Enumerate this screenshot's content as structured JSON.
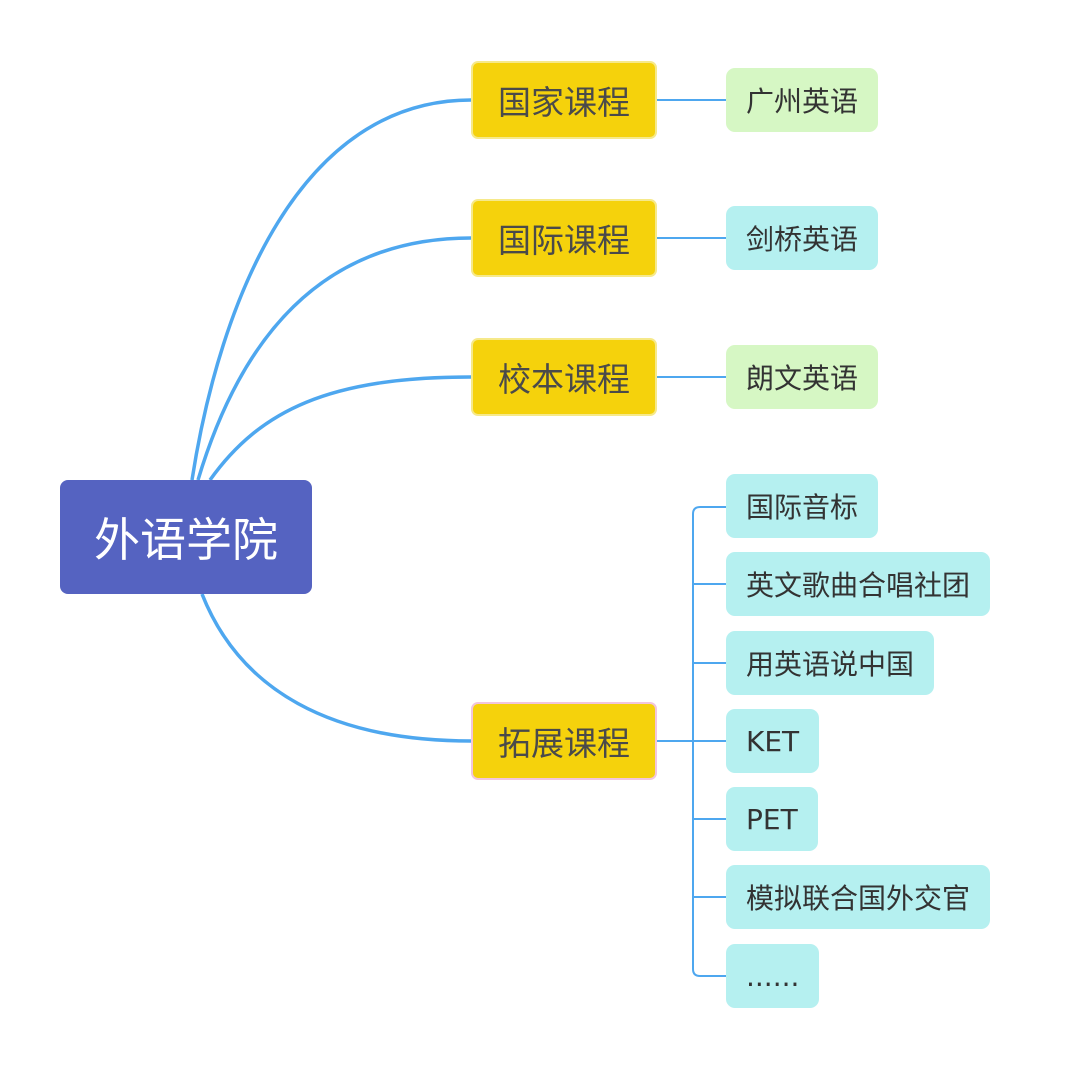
{
  "colors": {
    "root_bg": "#5563c1",
    "branch_bg": "#f5d20c",
    "green_leaf": "#d6f7c4",
    "cyan_leaf": "#b5f0f0",
    "main_line": "#4ea7ef"
  },
  "root": {
    "label": "外语学院"
  },
  "branches": [
    {
      "label": "国家课程",
      "children": [
        {
          "label": "广州英语",
          "color": "#d6f7c4"
        }
      ]
    },
    {
      "label": "国际课程",
      "children": [
        {
          "label": "剑桥英语",
          "color": "#b5f0f0"
        }
      ]
    },
    {
      "label": "校本课程",
      "children": [
        {
          "label": "朗文英语",
          "color": "#d6f7c4"
        }
      ]
    },
    {
      "label": "拓展课程",
      "children": [
        {
          "label": "国际音标",
          "color": "#b5f0f0"
        },
        {
          "label": "英文歌曲合唱社团",
          "color": "#b5f0f0"
        },
        {
          "label": "用英语说中国",
          "color": "#b5f0f0"
        },
        {
          "label": "KET",
          "color": "#b5f0f0"
        },
        {
          "label": "PET",
          "color": "#b5f0f0"
        },
        {
          "label": "模拟联合国外交官",
          "color": "#b5f0f0"
        },
        {
          "label": "......",
          "color": "#b5f0f0"
        }
      ]
    }
  ]
}
